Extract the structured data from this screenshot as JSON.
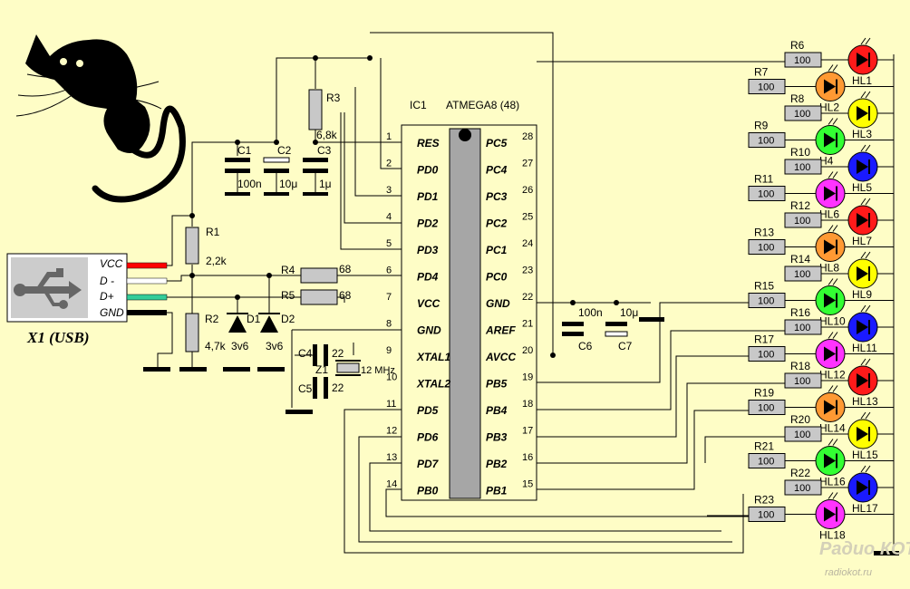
{
  "colors": {
    "background": "#fefdc6",
    "resistor": "#c8c8c8",
    "chip": "#a6a6a6",
    "usb_body": "#cccccc",
    "usb_icon": "#666666",
    "vcc_wire": "#ff0000",
    "dminus_wire": "#ffffff",
    "dplus_wire": "#33cc99",
    "gnd_wire": "#000000"
  },
  "usb": {
    "title": "X1 (USB)",
    "signals": [
      "VCC",
      "D -",
      "D+",
      "GND"
    ],
    "icon": "usb-trident-icon"
  },
  "mcu": {
    "ref": "IC1",
    "part": "ATMEGA8 (48)",
    "left_pins": [
      {
        "num": "1",
        "name": "RES"
      },
      {
        "num": "2",
        "name": "PD0"
      },
      {
        "num": "3",
        "name": "PD1"
      },
      {
        "num": "4",
        "name": "PD2"
      },
      {
        "num": "5",
        "name": "PD3"
      },
      {
        "num": "6",
        "name": "PD4"
      },
      {
        "num": "7",
        "name": "VCC"
      },
      {
        "num": "8",
        "name": "GND"
      },
      {
        "num": "9",
        "name": "XTAL1"
      },
      {
        "num": "10",
        "name": "XTAL2"
      },
      {
        "num": "11",
        "name": "PD5"
      },
      {
        "num": "12",
        "name": "PD6"
      },
      {
        "num": "13",
        "name": "PD7"
      },
      {
        "num": "14",
        "name": "PB0"
      }
    ],
    "right_pins": [
      {
        "num": "28",
        "name": "PC5"
      },
      {
        "num": "27",
        "name": "PC4"
      },
      {
        "num": "26",
        "name": "PC3"
      },
      {
        "num": "25",
        "name": "PC2"
      },
      {
        "num": "24",
        "name": "PC1"
      },
      {
        "num": "23",
        "name": "PC0"
      },
      {
        "num": "22",
        "name": "GND"
      },
      {
        "num": "21",
        "name": "AREF"
      },
      {
        "num": "20",
        "name": "AVCC"
      },
      {
        "num": "19",
        "name": "PB5"
      },
      {
        "num": "18",
        "name": "PB4"
      },
      {
        "num": "17",
        "name": "PB3"
      },
      {
        "num": "16",
        "name": "PB2"
      },
      {
        "num": "15",
        "name": "PB1"
      }
    ]
  },
  "parts": {
    "R1": {
      "ref": "R1",
      "value": "2,2k"
    },
    "R2": {
      "ref": "R2",
      "value": "4,7k"
    },
    "R3": {
      "ref": "R3",
      "value": "6,8k"
    },
    "R4": {
      "ref": "R4",
      "value": "68"
    },
    "R5": {
      "ref": "R5",
      "value": "68"
    },
    "D1": {
      "ref": "D1",
      "value": "3v6"
    },
    "D2": {
      "ref": "D2",
      "value": "3v6"
    },
    "C1": {
      "ref": "C1",
      "value": "100n"
    },
    "C2": {
      "ref": "C2",
      "value": "10μ"
    },
    "C3": {
      "ref": "C3",
      "value": "1μ"
    },
    "C4": {
      "ref": "C4",
      "value": "22"
    },
    "C5": {
      "ref": "C5",
      "value": "22"
    },
    "C6": {
      "ref": "C6",
      "value": "100n"
    },
    "C7": {
      "ref": "C7",
      "value": "10μ"
    },
    "Z1": {
      "ref": "Z1",
      "value": "12 MHz"
    }
  },
  "led_resistors": [
    {
      "ref": "R6",
      "value": "100"
    },
    {
      "ref": "R7",
      "value": "100"
    },
    {
      "ref": "R8",
      "value": "100"
    },
    {
      "ref": "R9",
      "value": "100"
    },
    {
      "ref": "R10",
      "value": "100"
    },
    {
      "ref": "R11",
      "value": "100"
    },
    {
      "ref": "R12",
      "value": "100"
    },
    {
      "ref": "R13",
      "value": "100"
    },
    {
      "ref": "R14",
      "value": "100"
    },
    {
      "ref": "R15",
      "value": "100"
    },
    {
      "ref": "R16",
      "value": "100"
    },
    {
      "ref": "R17",
      "value": "100"
    },
    {
      "ref": "R18",
      "value": "100"
    },
    {
      "ref": "R19",
      "value": "100"
    },
    {
      "ref": "R20",
      "value": "100"
    },
    {
      "ref": "R21",
      "value": "100"
    },
    {
      "ref": "R22",
      "value": "100"
    },
    {
      "ref": "R23",
      "value": "100"
    }
  ],
  "leds": [
    {
      "ref": "HL1",
      "color": "#ff1a1a"
    },
    {
      "ref": "HL2",
      "color": "#ff9933"
    },
    {
      "ref": "HL3",
      "color": "#ffff00"
    },
    {
      "ref": "H4",
      "color": "#33ff33"
    },
    {
      "ref": "HL5",
      "color": "#1a1aff"
    },
    {
      "ref": "HL6",
      "color": "#ff33ff"
    },
    {
      "ref": "HL7",
      "color": "#ff1a1a"
    },
    {
      "ref": "HL8",
      "color": "#ff9933"
    },
    {
      "ref": "HL9",
      "color": "#ffff00"
    },
    {
      "ref": "HL10",
      "color": "#33ff33"
    },
    {
      "ref": "HL11",
      "color": "#1a1aff"
    },
    {
      "ref": "HL12",
      "color": "#ff33ff"
    },
    {
      "ref": "HL13",
      "color": "#ff1a1a"
    },
    {
      "ref": "HL14",
      "color": "#ff9933"
    },
    {
      "ref": "HL15",
      "color": "#ffff00"
    },
    {
      "ref": "HL16",
      "color": "#33ff33"
    },
    {
      "ref": "HL17",
      "color": "#1a1aff"
    },
    {
      "ref": "HL18",
      "color": "#ff33ff"
    }
  ],
  "decor": {
    "cat_icon": "black-cat-icon",
    "watermark_logo": "Радио КОТ",
    "watermark_url": "radiokot.ru"
  }
}
